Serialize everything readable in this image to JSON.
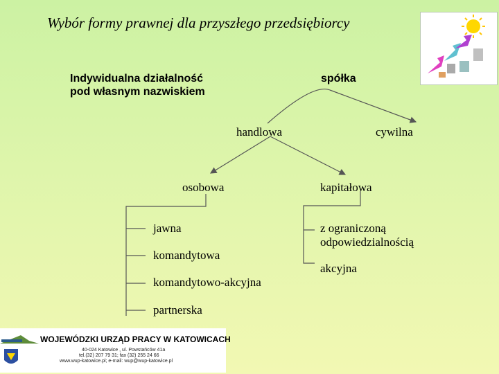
{
  "slide": {
    "title": "Wybór formy prawnej dla  przyszłego przedsiębiorcy"
  },
  "diagram": {
    "individual": [
      "Indywidualna działalność",
      "pod własnym nazwiskiem"
    ],
    "company": "spółka",
    "commercial": "handlowa",
    "civil": "cywilna",
    "partnership_type": "osobowa",
    "capital_type": "kapitałowa",
    "partnership_forms": [
      "jawna",
      "komandytowa",
      "komandytowo-akcyjna",
      "partnerska"
    ],
    "capital_forms": [
      [
        "z ograniczoną",
        "odpowiedzialnością"
      ],
      "akcyjna"
    ]
  },
  "footer": {
    "org": "WOJEWÓDZKI URZĄD PRACY W KATOWICACH",
    "address": "40-024 Katowice , ul. Powstańców 41a",
    "phone": "tel.(32) 207 79 31; fax (32) 255 24 66",
    "web": "www.wup-katowice.pl; e-mail: wup@wup-katowice.pl"
  },
  "colors": {
    "background_top": "#ccf2a3",
    "background_bottom": "#f2f8b3",
    "line": "#555555"
  },
  "icons": [
    "sun-clipart-icon",
    "voivodeship-crest-icon",
    "office-logo-icon"
  ]
}
